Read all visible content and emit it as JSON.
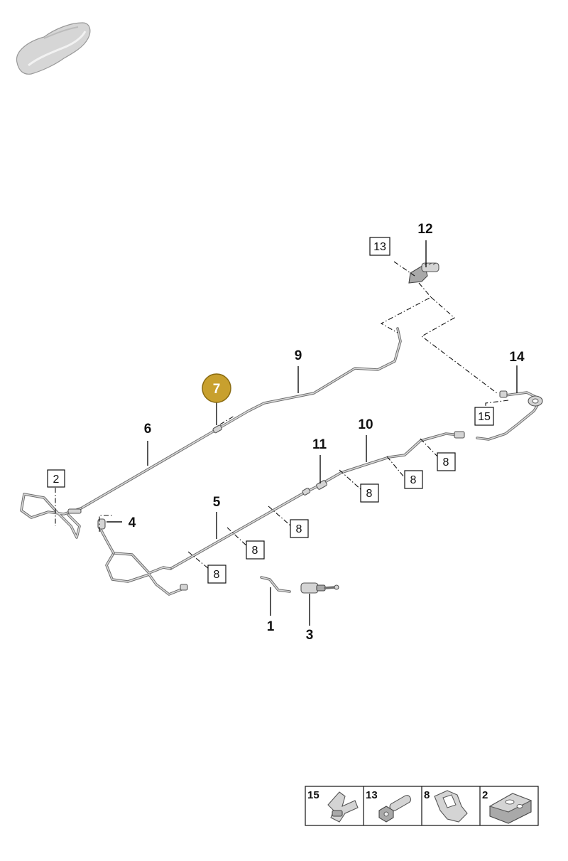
{
  "callouts": {
    "c1": "1",
    "c2": "2",
    "c3": "3",
    "c4": "4",
    "c5": "5",
    "c6": "6",
    "c7": "7",
    "c8": "8",
    "c9": "9",
    "c10": "10",
    "c11": "11",
    "c12": "12",
    "c13": "13",
    "c14": "14",
    "c15": "15"
  },
  "legend": {
    "items": [
      {
        "label": "15",
        "icon": "clip-icon"
      },
      {
        "label": "13",
        "icon": "bolt-icon"
      },
      {
        "label": "8",
        "icon": "pipe-clip-icon"
      },
      {
        "label": "2",
        "icon": "holder-icon"
      }
    ]
  },
  "colors": {
    "highlight_fill": "#c8a02e",
    "highlight_stroke": "#8a6b10",
    "line": "#111111",
    "pipe": "#6e6e6e"
  },
  "icons": {
    "vehicle": "car-silhouette-icon"
  }
}
